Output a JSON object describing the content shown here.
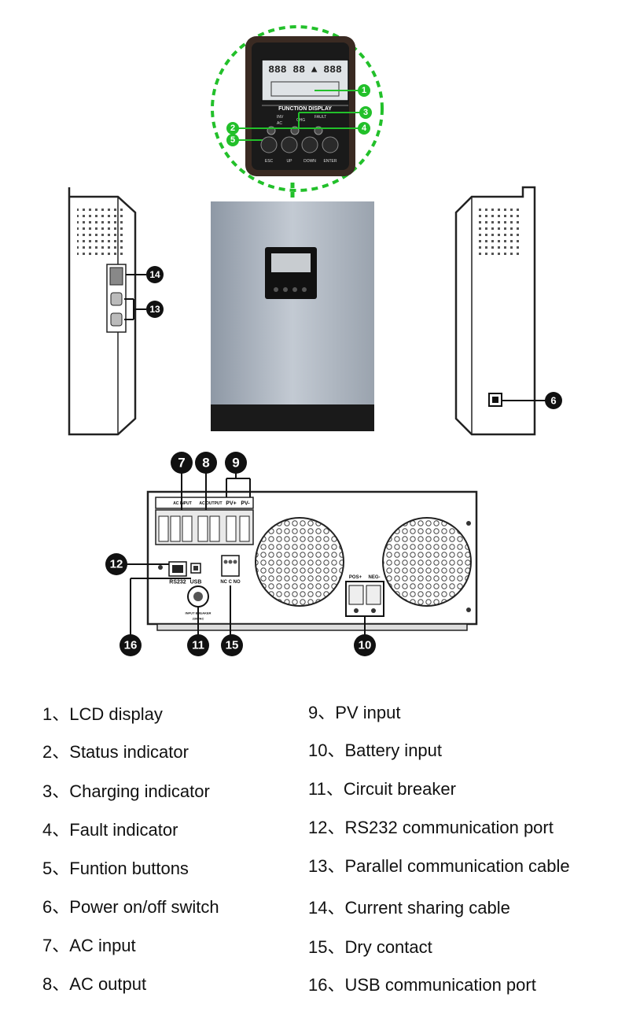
{
  "lcd_panel": {
    "function_display": "FUNCTION DISPLAY",
    "inv": "INV",
    "ac": "AC",
    "chg": "CHG",
    "fault": "FAULT",
    "buttons": [
      "ESC",
      "UP",
      "DOWN",
      "ENTER"
    ]
  },
  "rear_panel": {
    "pv_plus": "PV+",
    "pv_minus": "PV-",
    "ac_input": "AC INPUT",
    "ac_output": "AC OUTPUT",
    "rs232": "RS232",
    "usb": "USB",
    "dry_contact": "NC C NO",
    "pos": "POS+",
    "neg": "NEG-",
    "input_breaker": "INPUT BREAKER",
    "breaker_rating": "230VAC"
  },
  "callouts": {
    "c1": "1",
    "c2": "2",
    "c3": "3",
    "c4": "4",
    "c5": "5",
    "c6": "6",
    "c7": "7",
    "c8": "8",
    "c9": "9",
    "c10": "10",
    "c11": "11",
    "c12": "12",
    "c13": "13",
    "c14": "14",
    "c15": "15",
    "c16": "16"
  },
  "legend": [
    {
      "num": "1",
      "label": "LCD display"
    },
    {
      "num": "2",
      "label": "Status indicator"
    },
    {
      "num": "3",
      "label": "Charging indicator"
    },
    {
      "num": "4",
      "label": "Fault indicator"
    },
    {
      "num": "5",
      "label": "Funtion buttons"
    },
    {
      "num": "6",
      "label": "Power on/off switch"
    },
    {
      "num": "7",
      "label": "AC input"
    },
    {
      "num": "8",
      "label": "AC output"
    },
    {
      "num": "9",
      "label": "PV input"
    },
    {
      "num": "10",
      "label": "Battery input"
    },
    {
      "num": "11",
      "label": "Circuit breaker"
    },
    {
      "num": "12",
      "label": "RS232 communication port"
    },
    {
      "num": "13",
      "label": "Parallel communication cable"
    },
    {
      "num": "14",
      "label": "Current sharing cable"
    },
    {
      "num": "15",
      "label": "Dry contact"
    },
    {
      "num": "16",
      "label": "USB communication port"
    }
  ],
  "colors": {
    "accent_green": "#22c02a",
    "callout_black": "#111111"
  }
}
